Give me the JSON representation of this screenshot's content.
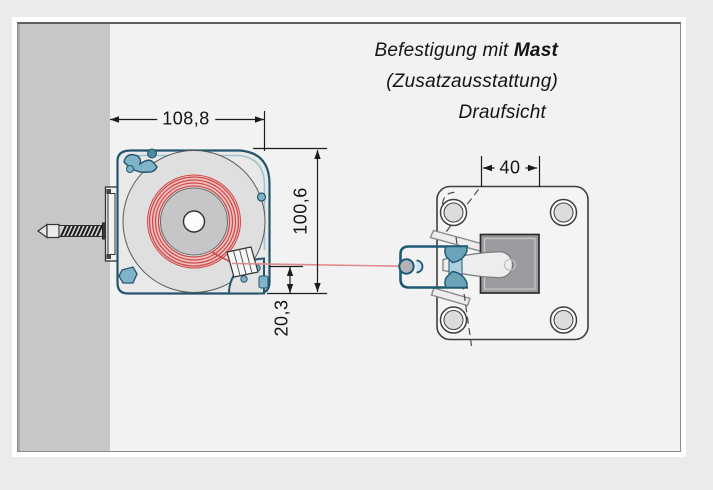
{
  "title": {
    "line1_prefix": "Befestigung mit ",
    "line1_emphasis": "Mast",
    "line1_suffix": " (Zusatzausstattung)",
    "line2": "Draufsicht"
  },
  "dimensions": {
    "device_width_mm": "108,8",
    "device_height_mm": "100,6",
    "cable_axis_offset_mm": "20,3",
    "mast_width_mm": "40"
  },
  "colors": {
    "cable_red": "#cf4a4a",
    "cable_line_light_red": "#e08a8a",
    "housing_outline_teal": "#24556b",
    "accent_light_blue": "#7fb3c8",
    "clamp_blue": "#6ba3bb",
    "wall_gray": "#c7c7c9",
    "mast_block_gray": "#9c9ca0",
    "panel_background": "#f2f2f3"
  }
}
